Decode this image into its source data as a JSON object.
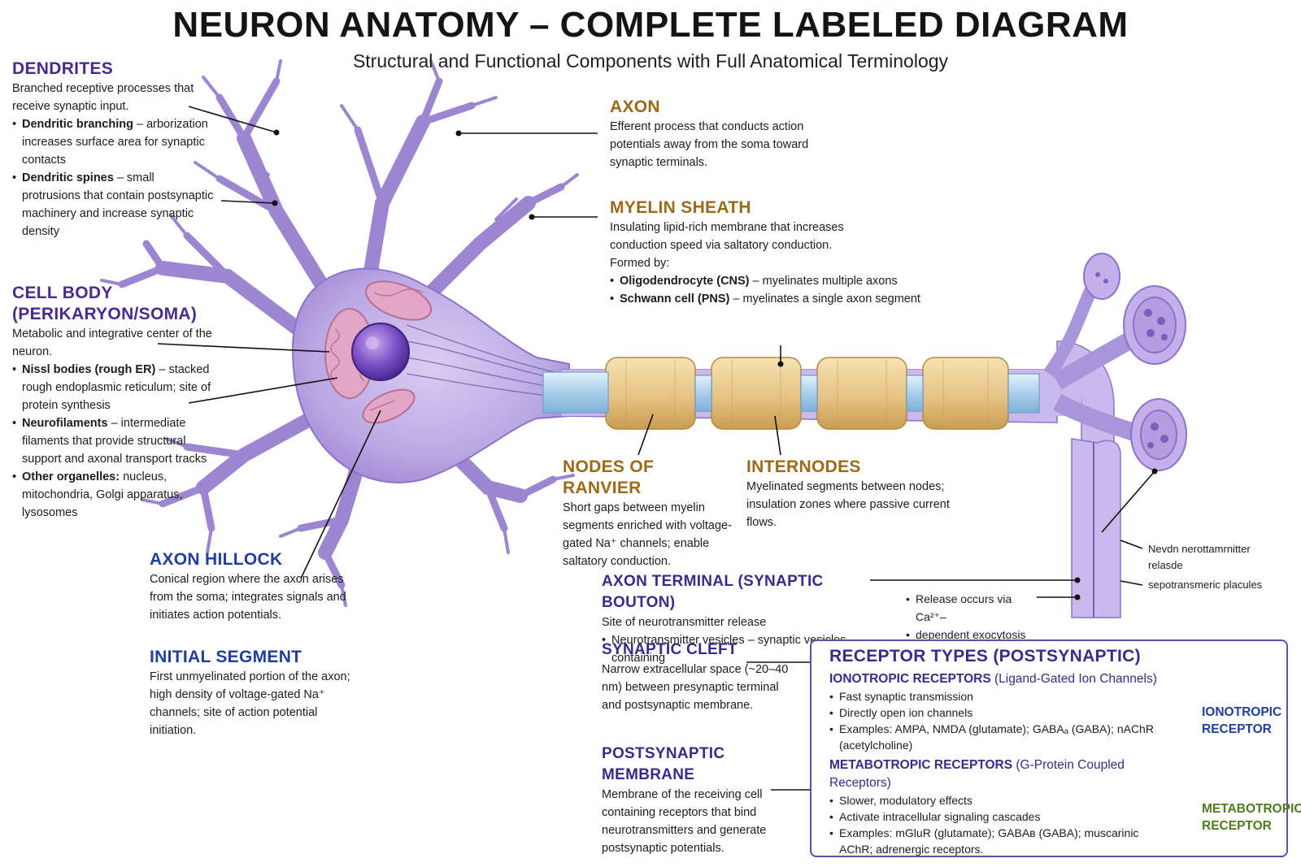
{
  "title": "NEURON ANATOMY – COMPLETE LABELED DIAGRAM",
  "subtitle": "Structural and Functional Components with Full Anatomical Terminology",
  "dendrites": {
    "heading": "DENDRITES",
    "text": "Branched receptive processes that receive synaptic input.",
    "items": [
      {
        "term": "Dendritic branching",
        "desc": " – arborization increases surface area for synaptic contacts"
      },
      {
        "term": "Dendritic spines",
        "desc": " – small protrusions that contain postsynaptic machinery and increase synaptic density"
      }
    ]
  },
  "cell_body": {
    "heading_1": "CELL BODY",
    "heading_2": "(PERIKARYON/SOMA)",
    "text": "Metabolic and integrative center of the neuron.",
    "items": [
      {
        "term": "Nissl bodies (rough ER)",
        "desc": " – stacked rough endoplasmic reticulum; site of protein synthesis"
      },
      {
        "term": "Neurofilaments",
        "desc": " – intermediate filaments that provide structural support and axonal transport tracks"
      },
      {
        "term": "Other organelles:",
        "desc": " nucleus, mitochondria, Golgi apparatus, lysosomes"
      }
    ]
  },
  "axon_hillock": {
    "heading": "AXON HILLOCK",
    "text": "Conical region where the axon arises from the soma; integrates signals and initiates action potentials."
  },
  "initial_segment": {
    "heading": "INITIAL SEGMENT",
    "text": "First unmyelinated portion of the axon; high density of voltage-gated Na⁺ channels; site of action potential initiation."
  },
  "axon": {
    "heading": "AXON",
    "text": "Efferent process that conducts action potentials away from the soma toward synaptic terminals."
  },
  "myelin": {
    "heading": "MYELIN SHEATH",
    "text": "Insulating lipid-rich membrane that increases conduction speed via saltatory conduction.",
    "formed_by": "Formed by:",
    "items": [
      {
        "term": "Oligodendrocyte (CNS)",
        "desc": " – myelinates multiple axons"
      },
      {
        "term": "Schwann cell (PNS)",
        "desc": " – myelinates a single axon segment"
      }
    ]
  },
  "nodes": {
    "heading": "NODES OF RANVIER",
    "text": "Short gaps between myelin segments enriched with voltage-gated Na⁺ channels; enable saltatory conduction."
  },
  "internodes": {
    "heading": "INTERNODES",
    "text": "Myelinated segments between nodes; insulation zones where passive current flows."
  },
  "axon_terminal": {
    "heading": "AXON TERMINAL (SYNAPTIC BOUTON)",
    "text": "Site of neurotransmitter release",
    "items": [
      "Neurotransmitter vesicles – synaptic vesicles containing"
    ],
    "release_items": [
      "Release occurs via Ca²⁺–",
      "dependent exocytosis"
    ],
    "side_label_1a": "Nevdn nerottamrnitter",
    "side_label_1b": "relasde",
    "side_label_2": "sepotransmeric placules"
  },
  "synaptic_cleft": {
    "heading": "SYNAPTIC CLEFT",
    "text": "Narrow extracellular space (~20–40 nm) between presynaptic terminal and postsynaptic membrane."
  },
  "postsynaptic": {
    "heading": "POSTSYNAPTIC MEMBRANE",
    "text": "Membrane of the receiving cell containing receptors that bind neurotransmitters and generate postsynaptic potentials."
  },
  "receptors": {
    "heading": "RECEPTOR TYPES (POSTSYNAPTIC)",
    "ionotropic_title": "IONOTROPIC RECEPTORS",
    "ionotropic_note": " (Ligand-Gated Ion Channels)",
    "ionotropic_items": [
      "Fast synaptic transmission",
      "Directly open ion channels",
      "Examples: AMPA, NMDA (glutamate); GABAₐ (GABA); nAChR (acetylcholine)"
    ],
    "metabotropic_title": "METABOTROPIC RECEPTORS",
    "metabotropic_note": " (G-Protein Coupled Receptors)",
    "metabotropic_items": [
      "Slower, modulatory effects",
      "Activate intracellular signaling cascades",
      "Examples: mGluR (glutamate); GABAʙ (GABA); muscarinic AChR; adrenergic receptors."
    ],
    "ionotropic_label_1": "IONOTROPIC",
    "ionotropic_label_2": "RECEPTOR",
    "metabotropic_label_1": "METABOTROPIC",
    "metabotropic_label_2": "RECEPTOR"
  },
  "colors": {
    "neuron": "#b9a6e3",
    "neuron_dark": "#8c72c8",
    "myelin": "#e8c98a",
    "node": "#bcd9ee",
    "ionotropic": "#4f82cf",
    "metabotropic": "#7cb342"
  }
}
